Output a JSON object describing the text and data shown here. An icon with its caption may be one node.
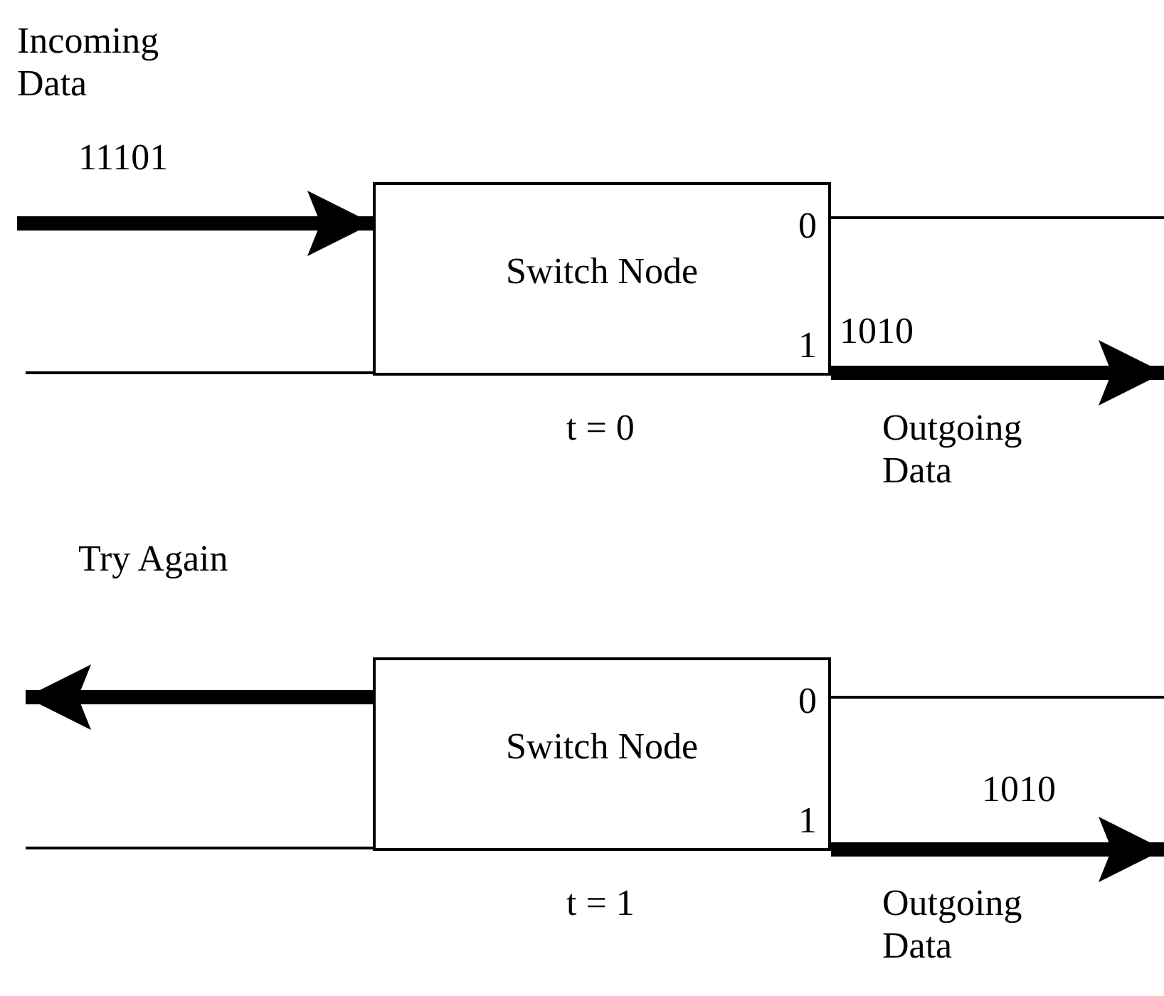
{
  "diagram": {
    "nodes": [
      {
        "text": [
          "Switch Node",
          "0",
          "1"
        ],
        "beside": [
          "t = 0"
        ]
      },
      {
        "text": [
          "Switch Node",
          "0",
          "1"
        ],
        "beside": [
          "t = 1"
        ]
      }
    ],
    "edges": [
      {
        "from": null,
        "to": 0,
        "arrow": "to",
        "style": "thick",
        "label": "11101"
      },
      {
        "from": null,
        "to": 0,
        "arrow": "none"
      },
      {
        "from": 0,
        "to": null,
        "arrow": "none"
      },
      {
        "from": 0,
        "to": null,
        "arrow": "to",
        "style": "thick",
        "label": "1010"
      },
      {
        "from": 1,
        "to": null,
        "arrow": "to",
        "style": "thick"
      },
      {
        "from": null,
        "to": 1,
        "arrow": "none"
      },
      {
        "from": 1,
        "to": null,
        "arrow": "none"
      },
      {
        "from": 1,
        "to": null,
        "arrow": "to",
        "style": "thick",
        "label": "1010"
      }
    ],
    "labels": [
      "Incoming Data",
      "Outgoing Data",
      "Try Again",
      "Outgoing Data"
    ]
  }
}
